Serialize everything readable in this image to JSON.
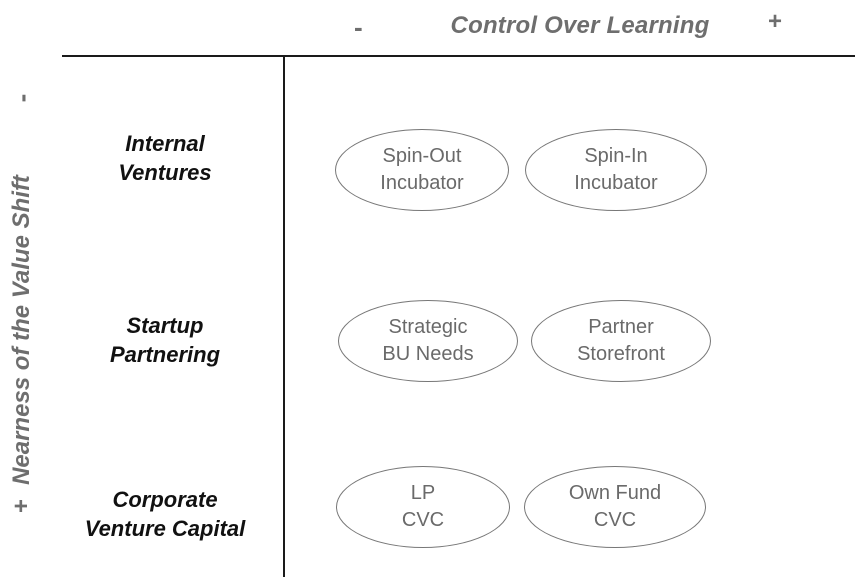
{
  "columns": {
    "label": "Control Over Learning",
    "low": "-",
    "high": "+"
  },
  "rows_axis": {
    "label": "Nearness of the Value Shift",
    "low": "-",
    "high": "+"
  },
  "rows": [
    {
      "label_line1": "Internal",
      "label_line2": "Ventures",
      "items": [
        {
          "line1": "Spin-Out",
          "line2": "Incubator"
        },
        {
          "line1": "Spin-In",
          "line2": "Incubator"
        }
      ]
    },
    {
      "label_line1": "Startup",
      "label_line2": "Partnering",
      "items": [
        {
          "line1": "Strategic",
          "line2": "BU Needs"
        },
        {
          "line1": "Partner",
          "line2": "Storefront"
        }
      ]
    },
    {
      "label_line1": "Corporate",
      "label_line2": "Venture Capital",
      "items": [
        {
          "line1": "LP",
          "line2": "CVC"
        },
        {
          "line1": "Own Fund",
          "line2": "CVC"
        }
      ]
    }
  ]
}
